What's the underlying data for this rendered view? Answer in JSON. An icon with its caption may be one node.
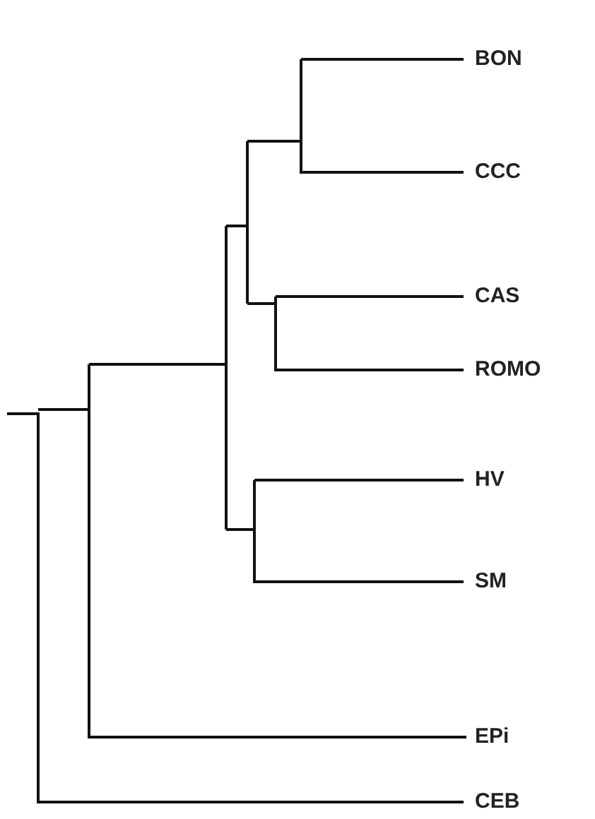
{
  "diagram": {
    "labels": [
      "BON",
      "CCC",
      "CAS",
      "ROMO",
      "HV",
      "SM",
      "EPi",
      "CEB"
    ]
  }
}
